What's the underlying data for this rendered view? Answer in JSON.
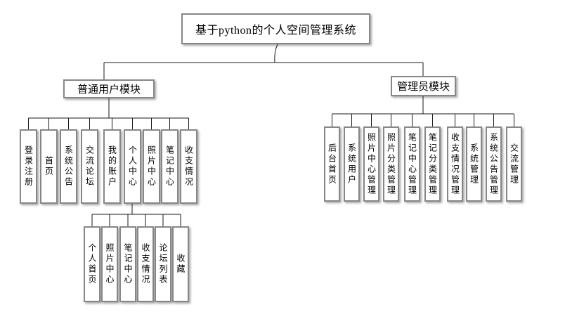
{
  "diagram": {
    "title": "基于python的个人空间管理系统",
    "modules": [
      {
        "name": "普通用户模块",
        "children": [
          "登录注册",
          "首页",
          "系统公告",
          "交流论坛",
          "我的账户",
          "个人中心",
          "照片中心",
          "笔记中心",
          "收支情况"
        ],
        "personal_center_children": [
          "个人首页",
          "照片中心",
          "笔记中心",
          "收支情况",
          "论坛列表",
          "收藏"
        ]
      },
      {
        "name": "管理员模块",
        "children": [
          "后台首页",
          "系统用户",
          "照片中心管理",
          "照片分类管理",
          "笔记中心管理",
          "笔记分类管理",
          "收支情况管理",
          "系统管理",
          "系统公告管理",
          "交流管理"
        ]
      }
    ],
    "colors": {
      "background": "#ffffff",
      "box_fill": "#ffffff",
      "box_border": "#878787",
      "box_shadow": "#9e9e9e",
      "connector_line": "#1a1a1a",
      "text": "#000000"
    }
  }
}
